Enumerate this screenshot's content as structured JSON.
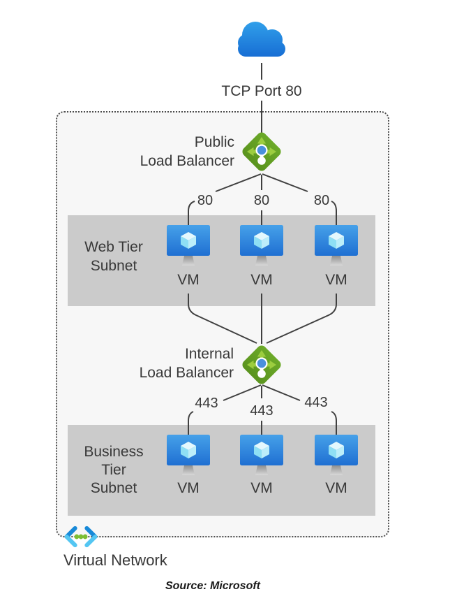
{
  "diagram": {
    "internet_label": "TCP Port 80",
    "public_load_balancer": {
      "line1": "Public",
      "line2": "Load Balancer"
    },
    "internal_load_balancer": {
      "line1": "Internal",
      "line2": "Load Balancer"
    },
    "web_tier": {
      "label_line1": "Web Tier",
      "label_line2": "Subnet",
      "ports": [
        "80",
        "80",
        "80"
      ],
      "vms": [
        "VM",
        "VM",
        "VM"
      ]
    },
    "business_tier": {
      "label_line1": "Business",
      "label_line2": "Tier",
      "label_line3": "Subnet",
      "ports": [
        "443",
        "443",
        "443"
      ],
      "vms": [
        "VM",
        "VM",
        "VM"
      ]
    },
    "virtual_network_label": "Virtual Network",
    "source_caption": "Source: Microsoft",
    "colors": {
      "line": "#404040",
      "text": "#383838",
      "subnet_fill": "#cbcbcb",
      "vnet_fill": "#f7f7f7",
      "vnet_border": "#4d4d4d",
      "lb_green_light": "#6fae2a",
      "lb_green_dark": "#578f1c",
      "lb_arrow_green": "#9ccd3f",
      "lb_dot_blue": "#4a90dd",
      "vm_blue_top": "#46a1e9",
      "vm_blue_bottom": "#1f6fd2",
      "cube_top": "#e4f8fd",
      "cube_left": "#8edff4",
      "cube_right": "#bceefa",
      "cloud_blue_top": "#31a0ea",
      "cloud_blue_bottom": "#176ed4",
      "chevron_blue": "#1789d8",
      "chevron_cyan": "#54c6f2",
      "dot_green": "#7cbe33"
    }
  }
}
